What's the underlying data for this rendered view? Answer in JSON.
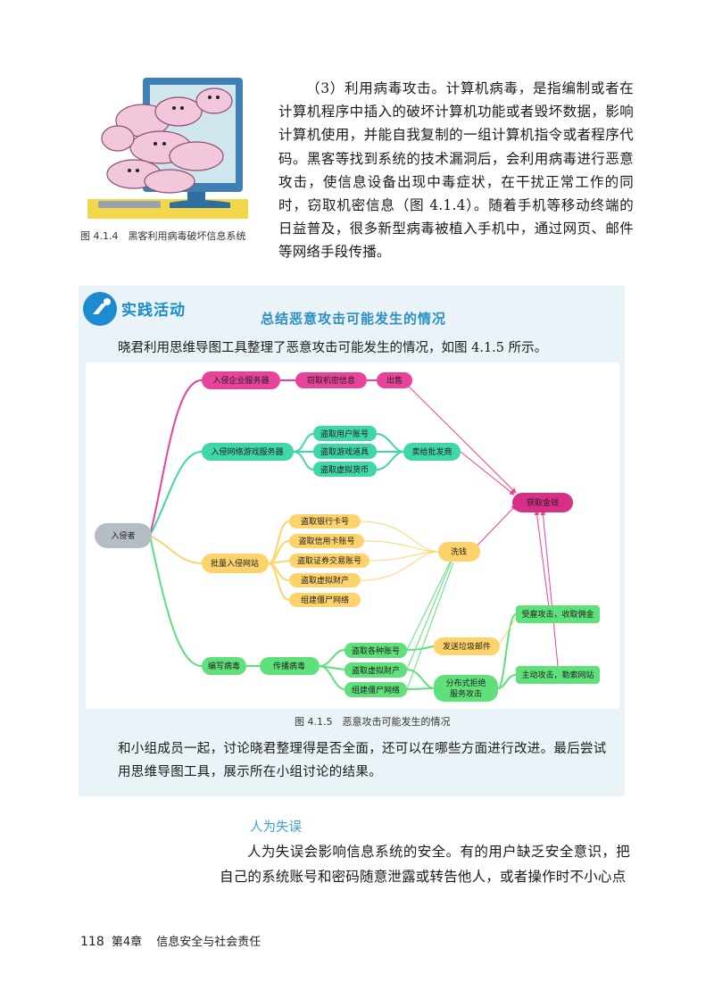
{
  "figure_414": {
    "caption": "图 4.1.4　黑客利用病毒破坏信息系统"
  },
  "paragraph_1": "（3）利用病毒攻击。计算机病毒，是指编制或者在计算机程序中插入的破坏计算机功能或者毁坏数据，影响计算机使用，并能自我复制的一组计算机指令或者程序代码。黑客等找到系统的技术漏洞后，会利用病毒进行恶意攻击，使信息设备出现中毒症状，在干扰正常工作的同时，窃取机密信息（图 4.1.4）。随着手机等移动终端的日益普及，很多新型病毒被植入手机中，通过网页、邮件等网络手段传播。",
  "practice": {
    "label": "实践活动",
    "activity_title": "总结恶意攻击可能发生的情况",
    "intro": "晓君利用思维导图工具整理了恶意攻击可能发生的情况，如图 4.1.5 所示。",
    "colors": {
      "background": "#eaf3f7",
      "label": "#1b8ccf"
    }
  },
  "mindmap": {
    "root": "入侵者",
    "branch_1": {
      "label": "入侵企业服务器",
      "child": "窃取机密信息",
      "grandchild": "出售"
    },
    "branch_2": {
      "label": "入侵网络游戏服务器",
      "children": [
        "盗取用户账号",
        "盗取游戏道具",
        "盗取虚拟货币"
      ],
      "merge": "卖给批发商"
    },
    "branch_3": {
      "label": "批量入侵网站",
      "children": [
        "盗取银行卡号",
        "盗取信用卡账号",
        "盗取证券交易账号",
        "盗取虚拟财产",
        "组建僵尸网络"
      ],
      "merge": "洗钱"
    },
    "branch_4": {
      "label": "编写病毒",
      "child": "传播病毒",
      "children": [
        "盗取各种账号",
        "盗取虚拟财产",
        "组建僵尸网络"
      ],
      "spam": "发送垃圾邮件",
      "ddos_line1": "分布式拒绝",
      "ddos_line2": "服务攻击"
    },
    "target": "获取金钱",
    "side_1": "受雇攻击，收取佣金",
    "side_2": "主动攻击，勒索网站",
    "colors": {
      "pink": "#e8439a",
      "teal": "#3fd6a8",
      "yellow": "#ffd36b",
      "green": "#5fe07a",
      "root": "#b6bcc4",
      "target": "#d62f87"
    }
  },
  "figure_415": {
    "caption": "图 4.1.5　恶意攻击可能发生的情况"
  },
  "paragraph_2": "和小组成员一起，讨论晓君整理得是否全面，还可以在哪些方面进行改进。最后尝试用思维导图工具，展示所在小组讨论的结果。",
  "section": {
    "heading": "人为失误",
    "paragraph": "人为失误会影响信息系统的安全。有的用户缺乏安全意识，把自己的系统账号和密码随意泄露或转告他人，或者操作时不小心点"
  },
  "footer": {
    "page_number": "118",
    "chapter": "第4章",
    "chapter_title": "信息安全与社会责任"
  }
}
